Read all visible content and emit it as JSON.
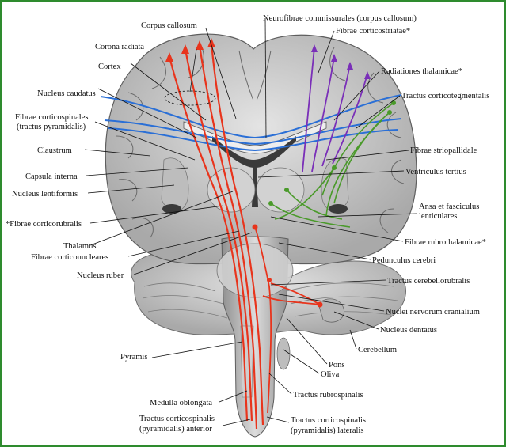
{
  "colors": {
    "border": "#2e8b2e",
    "tract_red": "#e8341c",
    "tract_blue": "#2a6fd6",
    "tract_purple": "#7a2fb8",
    "tract_green": "#4a9a2a",
    "tissue": "#c8c8c8",
    "ventricle": "#3a3a3a"
  },
  "labels": {
    "corpus_callosum": "Corpus callosum",
    "corona_radiata": "Corona radiata",
    "cortex": "Cortex",
    "nucleus_caudatus": "Nucleus caudatus",
    "fibrae_corticospinales": "Fibrae corticospinales",
    "tractus_pyramidalis": "(tractus pyramidalis)",
    "claustrum": "Claustrum",
    "capsula_interna": "Capsula interna",
    "nucleus_lentiformis": "Nucleus lentiformis",
    "fibrae_corticorubralis": "*Fibrae corticorubralis",
    "thalamus": "Thalamus",
    "fibrae_corticonucleares": "Fibrae corticonucleares",
    "nucleus_ruber": "Nucleus ruber",
    "pyramis": "Pyramis",
    "medulla_oblongata": "Medulla oblongata",
    "tractus_corticospinalis_anterior_1": "Tractus corticospinalis",
    "tractus_corticospinalis_anterior_2": "(pyramidalis) anterior",
    "neurofibrae_commissurales": "Neurofibrae commissurales (corpus callosum)",
    "fibrae_corticostriatae": "Fibrae corticostriatae*",
    "radiationes_thalamicae": "Radiationes thalamicae*",
    "tractus_corticotegmentalis": "Tractus corticotegmentalis",
    "fibrae_striopallidale": "Fibrae striopallidale",
    "ventriculus_tertius": "Ventriculus tertius",
    "ansa_1": "Ansa et fasciculus",
    "ansa_2": "lenticulares",
    "fibrae_rubrothalamicae": "Fibrae rubrothalamicae*",
    "pedunculus_cerebri": "Pedunculus cerebri",
    "tractus_cerebellorubralis": "Tractus cerebellorubralis",
    "nuclei_nervorum_cranialium": "Nuclei nervorum cranialium",
    "nucleus_dentatus": "Nucleus dentatus",
    "cerebellum": "Cerebellum",
    "pons": "Pons",
    "oliva": "Oliva",
    "tractus_rubrospinalis": "Tractus rubrospinalis",
    "tractus_corticospinalis_lateralis_1": "Tractus corticospinalis",
    "tractus_corticospinalis_lateralis_2": "(pyramidalis) lateralis"
  }
}
